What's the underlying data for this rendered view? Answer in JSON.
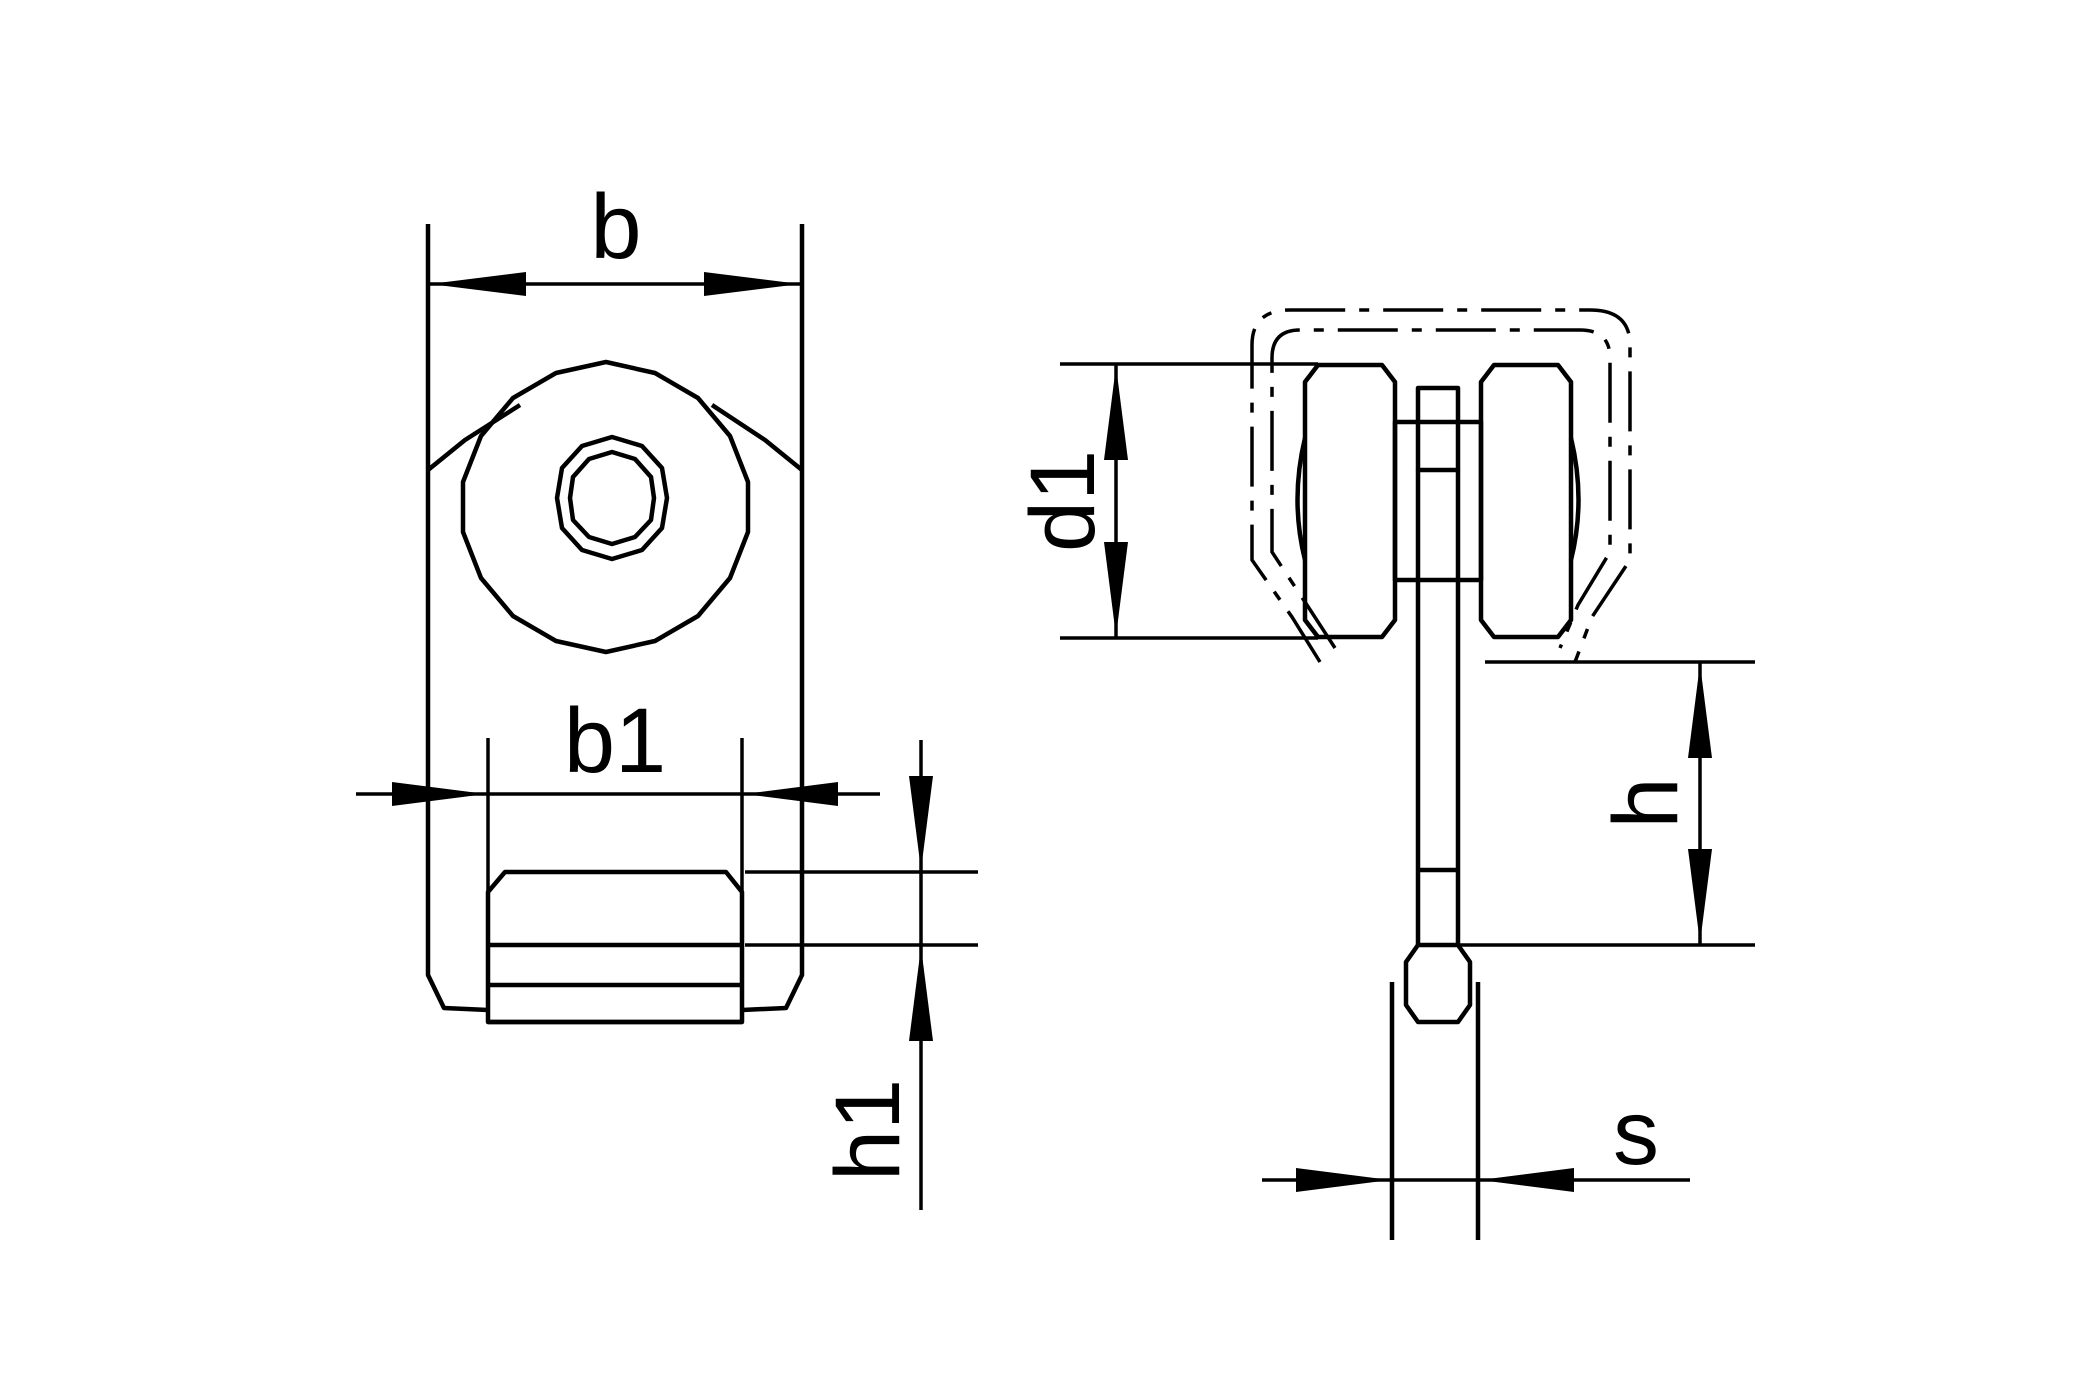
{
  "dimensions": {
    "b": "b",
    "b1": "b1",
    "h1": "h1",
    "d1": "d1",
    "h": "h",
    "s": "s"
  }
}
